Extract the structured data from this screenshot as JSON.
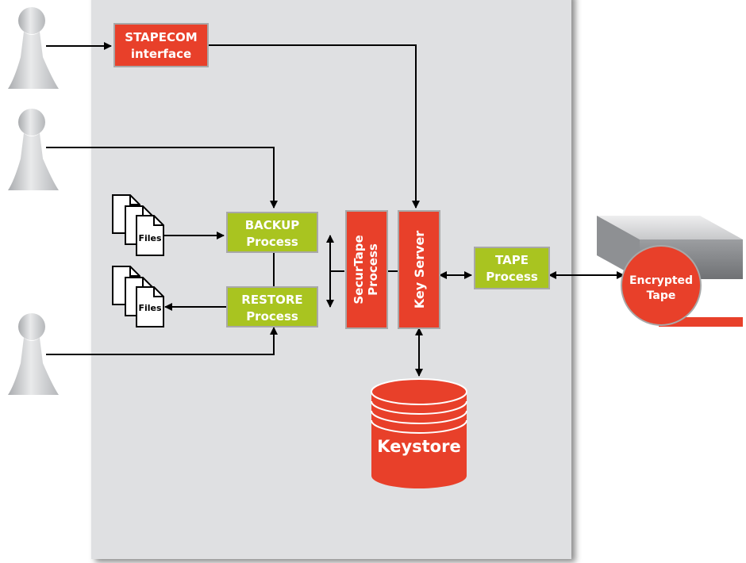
{
  "colors": {
    "red": "#e8402a",
    "green": "#a9c420",
    "panel": "#dfe0e2",
    "line": "#000000"
  },
  "icons": [
    "user-icon",
    "document-stack-icon",
    "tape-drive-icon",
    "database-icon"
  ],
  "nodes": {
    "stapecom": {
      "line1": "STAPECOM",
      "line2": "interface"
    },
    "backup": {
      "line1": "BACKUP",
      "line2": "Process"
    },
    "restore": {
      "line1": "RESTORE",
      "line2": "Process"
    },
    "securtape": {
      "line1": "SecurTape",
      "line2": "Process"
    },
    "keyserver": {
      "label": "Key Server"
    },
    "tape": {
      "line1": "TAPE",
      "line2": "Process"
    },
    "keystore": {
      "label": "Keystore"
    },
    "encrypted_tape": {
      "line1": "Encrypted",
      "line2": "Tape"
    },
    "files_backup": {
      "label": "Files"
    },
    "files_restore": {
      "label": "Files"
    }
  }
}
